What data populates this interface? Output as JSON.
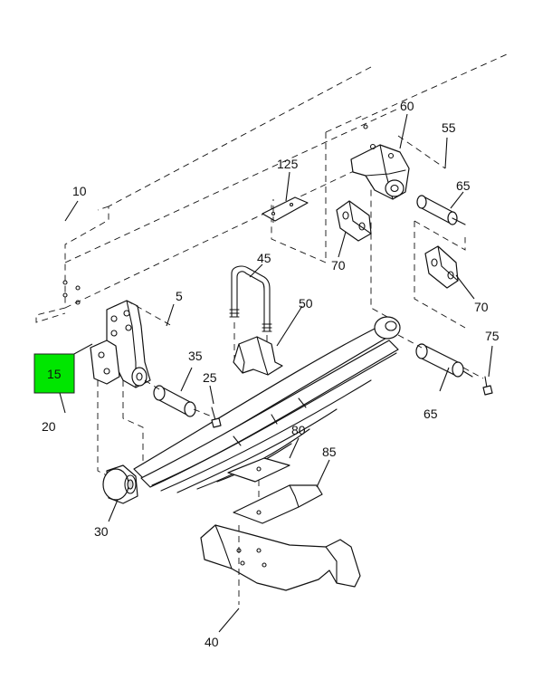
{
  "diagram": {
    "highlight_color": "#00e600",
    "highlighted_callout": "15",
    "callouts": {
      "c5": "5",
      "c10": "10",
      "c15": "15",
      "c20": "20",
      "c25": "25",
      "c30": "30",
      "c35": "35",
      "c40": "40",
      "c45": "45",
      "c50": "50",
      "c55": "55",
      "c60": "60",
      "c65a": "65",
      "c65b": "65",
      "c70a": "70",
      "c70b": "70",
      "c75": "75",
      "c80": "80",
      "c85": "85",
      "c125": "125"
    }
  }
}
